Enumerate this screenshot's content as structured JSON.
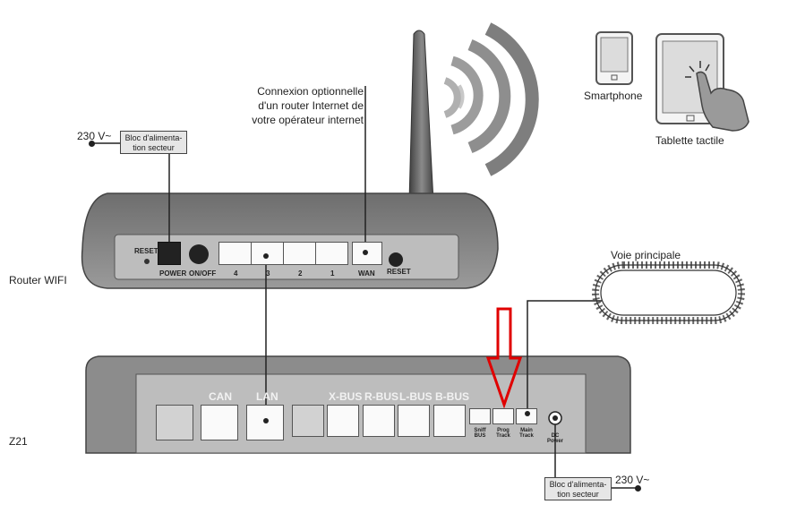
{
  "labels": {
    "router": "Router WIFI",
    "z21": "Z21",
    "smartphone": "Smartphone",
    "tablet": "Tablette tactile",
    "track": "Voie principale",
    "connection_line1": "Connexion optionnelle",
    "connection_line2": "d'un router Internet de",
    "connection_line3": "votre opérateur internet"
  },
  "power_supply": {
    "voltage": "230 V~",
    "line1": "Bloc d'alimenta-",
    "line2": "tion secteur"
  },
  "router_ports": {
    "reset_left": "RESET",
    "power": "POWER",
    "onoff": "ON/OFF",
    "lan4": "4",
    "lan3": "3",
    "lan2": "2",
    "lan1": "1",
    "wan": "WAN",
    "reset_right": "RESET"
  },
  "z21_ports": {
    "can": "CAN",
    "lan": "LAN",
    "xbus": "X-BUS",
    "rbus": "R-BUS",
    "lbus": "L-BUS",
    "bbus": "B-BUS",
    "sniff1": "Sniff",
    "sniff2": "BUS",
    "prog1": "Prog",
    "prog2": "Track",
    "main1": "Main",
    "main2": "Track",
    "power1": "DC",
    "power2": "Power"
  },
  "colors": {
    "device_body": "#8a8a8a",
    "panel": "#bdbdbd",
    "highlight_arrow": "#e00000"
  }
}
